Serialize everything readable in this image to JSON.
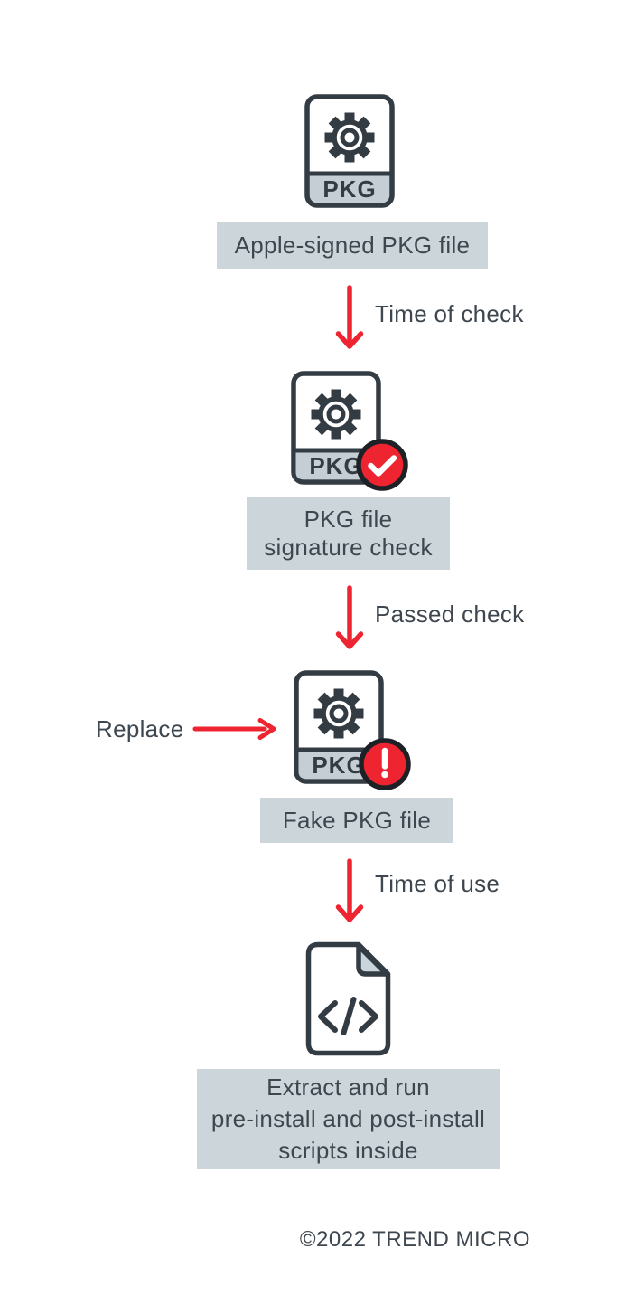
{
  "colors": {
    "accent_red": "#ee2431",
    "icon_stroke": "#333b43",
    "text": "#3e474f",
    "label_background": "#ccd6da",
    "pkg_band_background": "#c5ced4",
    "fold_background": "#c9d5da",
    "badge_ring": "#1d2126",
    "badge_glyph": "#ffffff"
  },
  "flow": {
    "steps": [
      {
        "icon": "pkg-file-icon",
        "band": "PKG",
        "badge": "none",
        "label_lines": [
          "Apple-signed PKG file"
        ]
      },
      {
        "icon": "pkg-file-icon",
        "band": "PKG",
        "badge": "check",
        "label_lines": [
          "PKG file",
          "signature check"
        ]
      },
      {
        "icon": "pkg-file-icon",
        "band": "PKG",
        "badge": "exclamation",
        "label_lines": [
          "Fake PKG file"
        ]
      },
      {
        "icon": "script-file-icon",
        "badge": "none",
        "label_lines": [
          "Extract and run",
          "pre-install and post-install",
          "scripts inside"
        ]
      }
    ],
    "connectors": [
      {
        "label": "Time of check"
      },
      {
        "label": "Passed check"
      },
      {
        "label": "Time of use"
      }
    ],
    "side_annotation": {
      "label": "Replace"
    },
    "footer": "©2022 TREND MICRO"
  }
}
